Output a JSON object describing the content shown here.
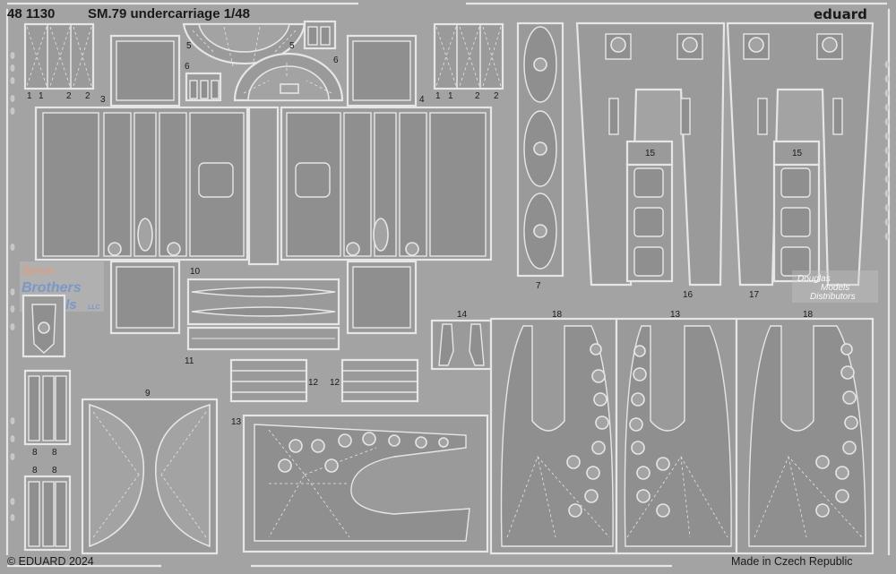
{
  "header": {
    "code": "48 1130",
    "title": "SM.79 undercarriage 1/48",
    "brand": "eduard"
  },
  "footer": {
    "copyright": "© EDUARD 2024",
    "origin": "Made in Czech Republic"
  },
  "part_numbers": {
    "p1": "1",
    "p2": "2",
    "p3": "3",
    "p4": "4",
    "p5": "5",
    "p6": "6",
    "p7": "7",
    "p8": "8",
    "p9": "9",
    "p10": "10",
    "p11": "11",
    "p12": "12",
    "p13": "13",
    "p14": "14",
    "p15": "15",
    "p16": "16",
    "p17": "17",
    "p18": "18"
  },
  "watermarks": {
    "left_line1": "Sprue",
    "left_line2": "Brothers",
    "left_line3": "Models",
    "left_suffix": "LLC",
    "right_line1": "Douglas",
    "right_line2": "Models",
    "right_line3": "Distributors"
  },
  "colors": {
    "fret_metal": "#a3a3a3",
    "part_metal": "#9a9a9a",
    "edge_highlight": "#e6e6e6"
  }
}
